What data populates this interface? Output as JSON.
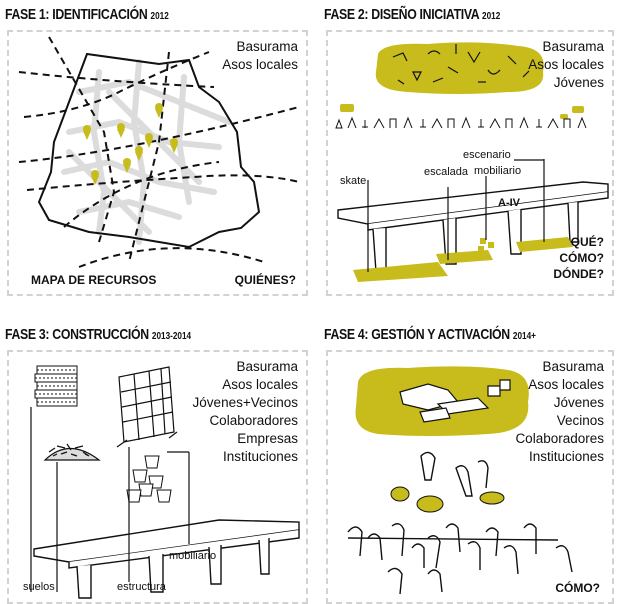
{
  "colors": {
    "accent": "#c8bb1c",
    "ink": "#111111",
    "frame": "#d2d2d2",
    "street": "#dcdcdc"
  },
  "phases": [
    {
      "title": "FASE 1: IDENTIFICACIÓN",
      "year": "2012",
      "actors": [
        "Basurama",
        "Asos locales"
      ],
      "bottom_left": "MAPA DE RECURSOS",
      "bottom_right": "QUIÉNES?"
    },
    {
      "title": "FASE 2: DISEÑO INICIATIVA",
      "year": "2012",
      "actors": [
        "Basurama",
        "Asos locales",
        "Jóvenes"
      ],
      "labels": {
        "skate": "skate",
        "escalada": "escalada",
        "mobiliario": "mobiliario",
        "escenario": "escenario",
        "road": "A-IV"
      },
      "questions": [
        "QUÉ?",
        "CÓMO?",
        "DÓNDE?"
      ]
    },
    {
      "title": "FASE 3: CONSTRUCCIÓN",
      "year": "2013-2014",
      "actors": [
        "Basurama",
        "Asos locales",
        "Jóvenes+Vecinos",
        "Colaboradores",
        "Empresas",
        "Instituciones"
      ],
      "labels": {
        "suelos": "suelos",
        "estructura": "estructura",
        "mobiliario": "mobiliario"
      }
    },
    {
      "title": "FASE 4: GESTIÓN Y ACTIVACIÓN",
      "year": "2014+",
      "actors": [
        "Basurama",
        "Asos locales",
        "Jóvenes",
        "Vecinos",
        "Colaboradores",
        "Instituciones"
      ],
      "bottom_right": "CÓMO?"
    }
  ]
}
